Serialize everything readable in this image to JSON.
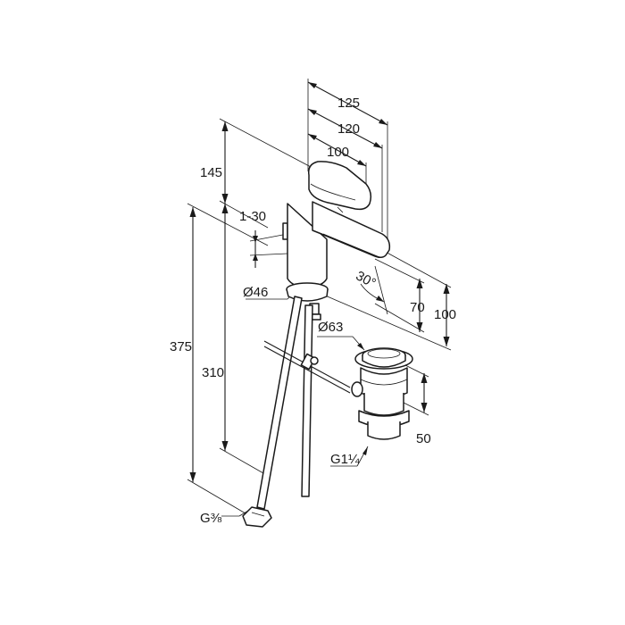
{
  "drawing": {
    "dimensions": {
      "width_overall": "125",
      "width_spout": "120",
      "width_lever": "100",
      "height_top": "145",
      "lever_travel": "1-30",
      "body_diameter": "Ø46",
      "swivel_angle": "30°",
      "spout_height_70": "70",
      "spout_height_100": "100",
      "height_total": "375",
      "height_310": "310",
      "waste_diameter": "Ø63",
      "waste_height": "50",
      "waste_thread": "G1¼",
      "hose_thread": "G⅜"
    }
  }
}
